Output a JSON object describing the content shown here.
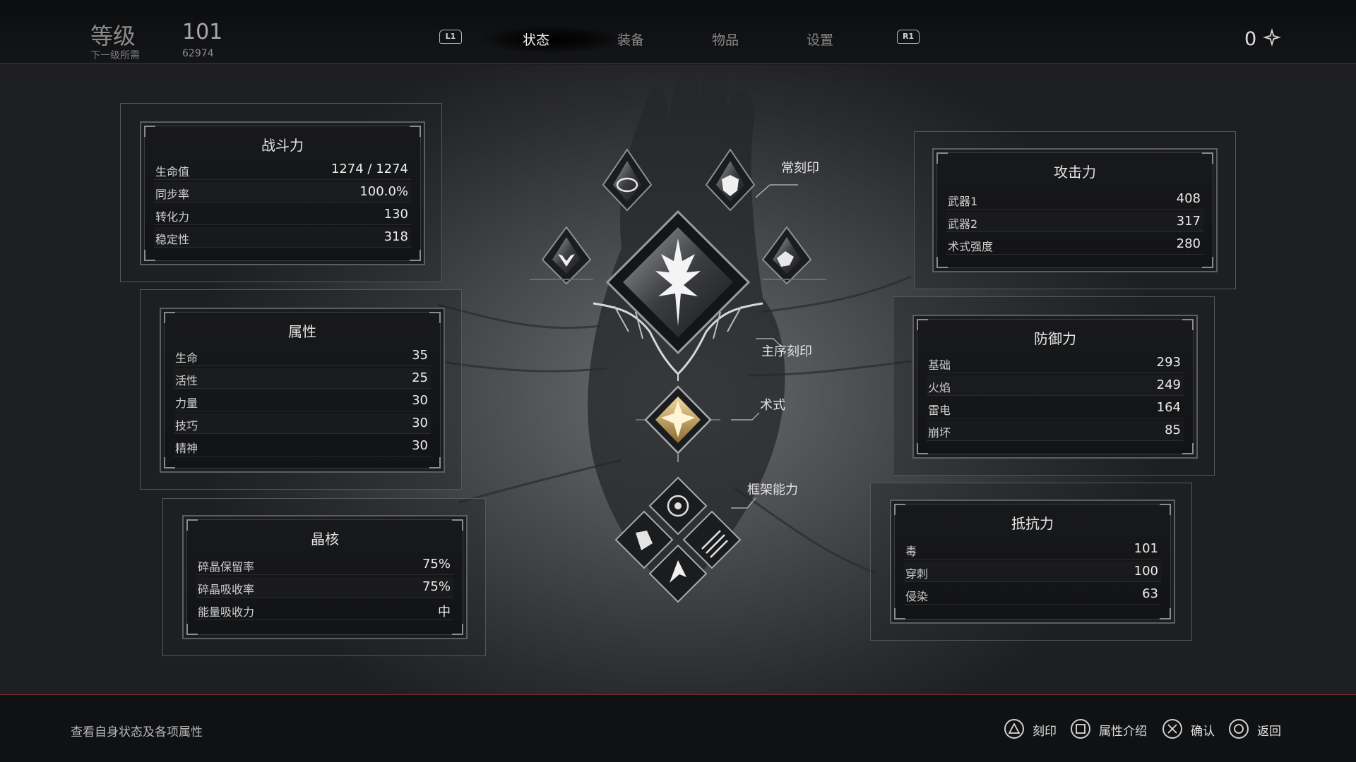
{
  "header": {
    "level_label": "等级",
    "next_label": "下一级所需",
    "level_value": "101",
    "next_value": "62974",
    "tabs": [
      {
        "label": "状态",
        "active": true
      },
      {
        "label": "装备",
        "active": false
      },
      {
        "label": "物品",
        "active": false
      },
      {
        "label": "设置",
        "active": false
      }
    ],
    "bumper_left": "L1",
    "bumper_right": "R1",
    "currency": "0",
    "currency_icon": "currency-crystal-icon"
  },
  "panels": {
    "combat": {
      "title": "战斗力",
      "rows": [
        {
          "k": "生命值",
          "v": "1274 / 1274"
        },
        {
          "k": "同步率",
          "v": "100.0%"
        },
        {
          "k": "转化力",
          "v": "130"
        },
        {
          "k": "稳定性",
          "v": "318"
        }
      ]
    },
    "attributes": {
      "title": "属性",
      "rows": [
        {
          "k": "生命",
          "v": "35"
        },
        {
          "k": "活性",
          "v": "25"
        },
        {
          "k": "力量",
          "v": "30"
        },
        {
          "k": "技巧",
          "v": "30"
        },
        {
          "k": "精神",
          "v": "30"
        }
      ]
    },
    "crystal": {
      "title": "晶核",
      "rows": [
        {
          "k": "碎晶保留率",
          "v": "75%"
        },
        {
          "k": "碎晶吸收率",
          "v": "75%"
        },
        {
          "k": "能量吸收力",
          "v": "中"
        }
      ]
    },
    "attack": {
      "title": "攻击力",
      "rows": [
        {
          "k": "武器1",
          "v": "408"
        },
        {
          "k": "武器2",
          "v": "317"
        },
        {
          "k": "术式强度",
          "v": "280"
        }
      ]
    },
    "defense": {
      "title": "防御力",
      "rows": [
        {
          "k": "基础",
          "v": "293"
        },
        {
          "k": "火焰",
          "v": "249"
        },
        {
          "k": "雷电",
          "v": "164"
        },
        {
          "k": "崩坏",
          "v": "85"
        }
      ]
    },
    "resist": {
      "title": "抵抗力",
      "rows": [
        {
          "k": "毒",
          "v": "101"
        },
        {
          "k": "穿刺",
          "v": "100"
        },
        {
          "k": "侵染",
          "v": "63"
        }
      ]
    }
  },
  "slots": {
    "regular_sigil": "常刻印",
    "main_sigil": "主序刻印",
    "spell": "术式",
    "frame_ability": "框架能力"
  },
  "footer": {
    "hint": "查看自身状态及各项属性",
    "buttons": [
      {
        "glyph": "triangle",
        "label": "刻印"
      },
      {
        "glyph": "square",
        "label": "属性介绍"
      },
      {
        "glyph": "cross",
        "label": "确认"
      },
      {
        "glyph": "circle",
        "label": "返回"
      }
    ]
  }
}
